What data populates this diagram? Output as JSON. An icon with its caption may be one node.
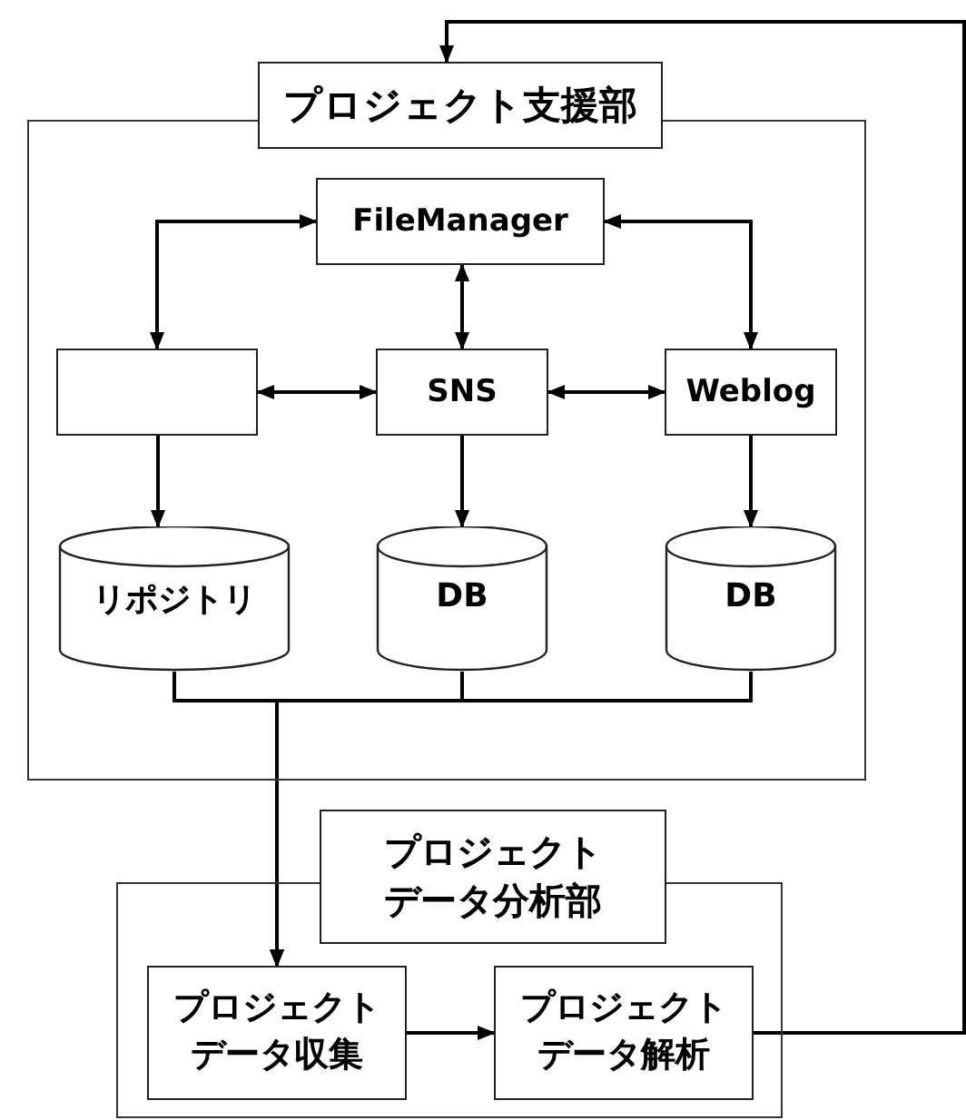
{
  "diagram": {
    "nodes": [
      {
        "text": [
          "プロジェクト支援部"
        ]
      },
      {
        "text": [
          "FileManager"
        ],
        "in": 0
      },
      {
        "text": [],
        "shape": "box",
        "in": 0
      },
      {
        "text": [
          "SNS"
        ],
        "in": 0
      },
      {
        "text": [
          "Weblog"
        ],
        "in": 0
      },
      {
        "text": [
          "リポジトリ"
        ],
        "in": 0
      },
      {
        "text": [
          "DB"
        ],
        "in": 0
      },
      {
        "text": [
          "DB"
        ],
        "in": 0
      },
      {
        "text": [
          "プロジェクトデータ分析部"
        ]
      },
      {
        "text": [
          "プロジェクトデータ収集"
        ],
        "in": 8
      },
      {
        "text": [
          "プロジェクトデータ解析"
        ],
        "in": 8
      }
    ],
    "edges": [
      {
        "from": 1,
        "to": 2,
        "arrow": "both"
      },
      {
        "from": 1,
        "to": 3,
        "arrow": "both"
      },
      {
        "from": 1,
        "to": 4,
        "arrow": "both"
      },
      {
        "from": 2,
        "to": 3,
        "arrow": "both"
      },
      {
        "from": 3,
        "to": 4,
        "arrow": "both"
      },
      {
        "from": 2,
        "to": 5,
        "arrow": "to"
      },
      {
        "from": 3,
        "to": 6,
        "arrow": "to"
      },
      {
        "from": 4,
        "to": 7,
        "arrow": "to"
      },
      {
        "from": 5,
        "to": 9,
        "arrow": "to"
      },
      {
        "from": 6,
        "to": 9,
        "arrow": "to"
      },
      {
        "from": 7,
        "to": 9,
        "arrow": "to"
      },
      {
        "from": 9,
        "to": 10,
        "arrow": "to"
      },
      {
        "from": 10,
        "to": 0,
        "arrow": "to"
      }
    ]
  }
}
